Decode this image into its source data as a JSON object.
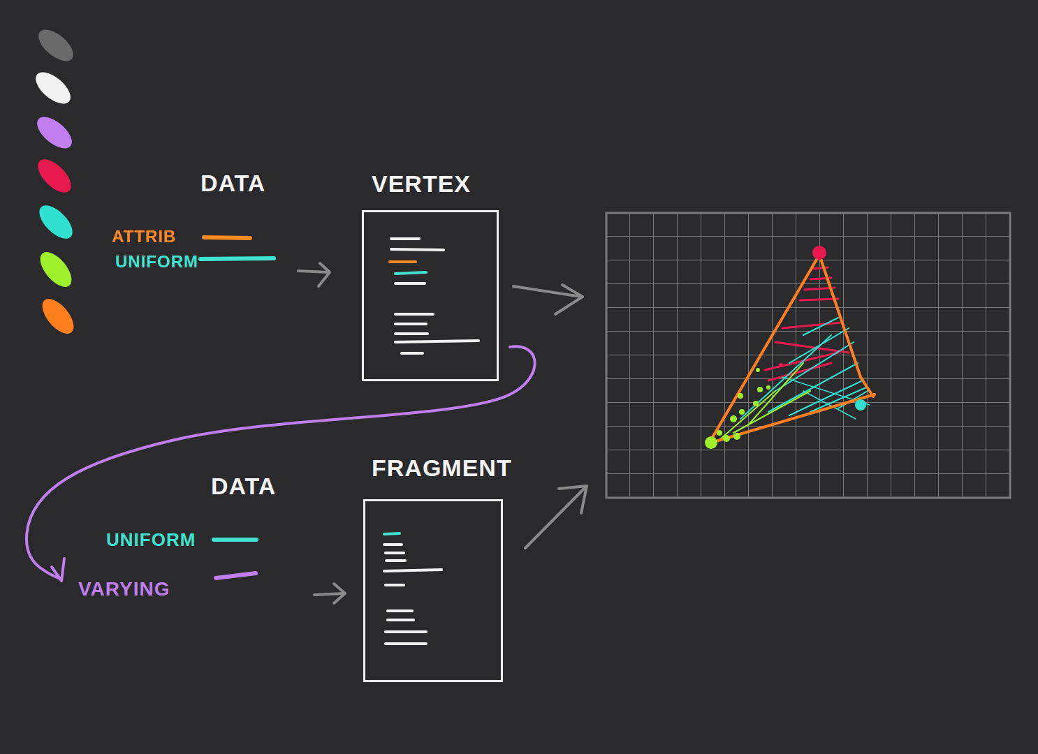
{
  "diagram": {
    "nodes": [
      {
        "text": [
          "VERTEX"
        ]
      },
      {
        "text": [
          "FRAGMENT"
        ]
      }
    ],
    "labels": [
      "DATA",
      "ATTRIB",
      "UNIFORM",
      "DATA",
      "UNIFORM",
      "VARYING"
    ]
  }
}
